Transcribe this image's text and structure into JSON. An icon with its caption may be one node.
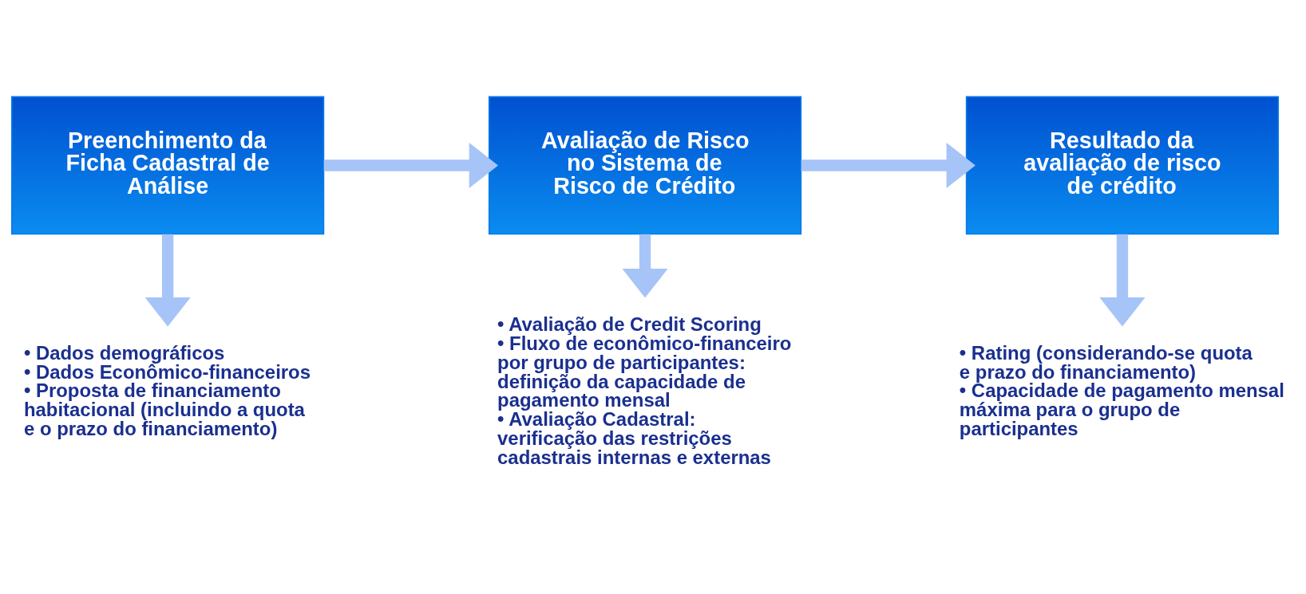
{
  "diagram": {
    "nodes": [
      {
        "text": [
          "Preenchimento da Ficha Cadastral de Análise"
        ]
      },
      {
        "text": [
          "Avaliação de Risco no Sistema de Risco de Crédito"
        ]
      },
      {
        "text": [
          "Resultado da avaliação de risco de crédito"
        ]
      },
      {
        "text": [
          "• Dados demográficos",
          "• Dados Econômico-financeiros",
          "• Proposta de financiamento habitacional (incluindo a quota e o prazo do financiamento)"
        ]
      },
      {
        "text": [
          "• Avaliação de Credit Scoring",
          "• Fluxo de econômico-financeiro por grupo de participantes: definição da capacidade de pagamento mensal",
          "• Avaliação Cadastral: verificação das restrições cadastrais internas e externas"
        ]
      },
      {
        "text": [
          "• Rating (considerando-se quota e prazo do financiamento)",
          "• Capacidade de pagamento mensal máxima para o grupo de participantes"
        ]
      }
    ],
    "edges": [
      {
        "from": 0,
        "to": 1,
        "arrow": "to"
      },
      {
        "from": 1,
        "to": 2,
        "arrow": "to"
      },
      {
        "from": 0,
        "to": 3,
        "arrow": "to"
      },
      {
        "from": 1,
        "to": 4,
        "arrow": "to"
      },
      {
        "from": 2,
        "to": 5,
        "arrow": "to"
      }
    ]
  }
}
